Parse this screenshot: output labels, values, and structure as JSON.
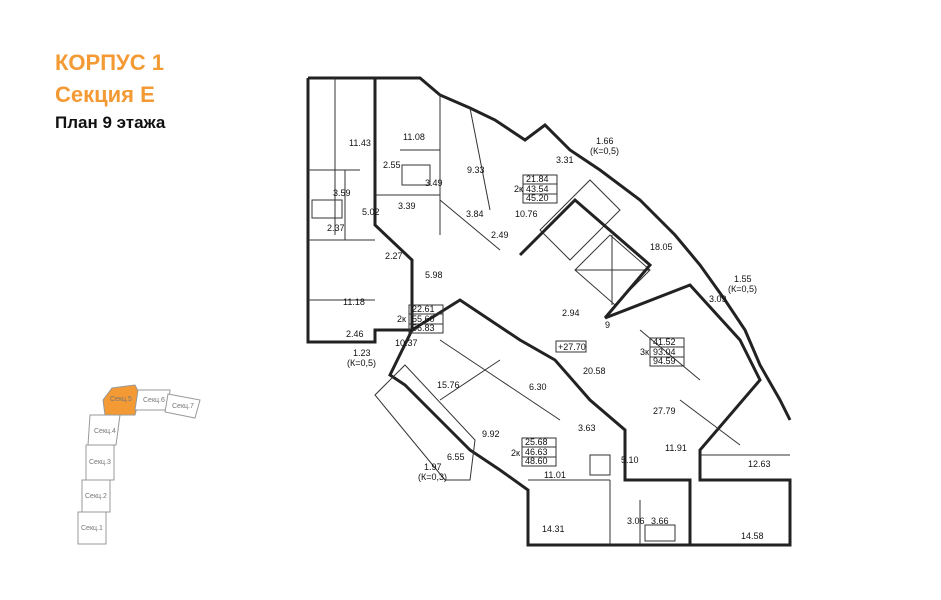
{
  "header": {
    "building": "КОРПУС 1",
    "section": "Секция Е",
    "floor_plan": "План 9 этажа"
  },
  "colors": {
    "accent": "#f39a35",
    "wall": "#222222"
  },
  "key_plan": {
    "sections": [
      "Секц.5",
      "Секц.6",
      "Секц.7",
      "Секц.4",
      "Секц.3",
      "Секц.2",
      "Секц.1"
    ],
    "highlighted": "Секц.5"
  },
  "apartments": [
    {
      "rooms": "2к",
      "areas": [
        "21.84",
        "43.54",
        "45.20"
      ]
    },
    {
      "rooms": "2к",
      "areas": [
        "22.61",
        "55.60",
        "56.83"
      ]
    },
    {
      "rooms": "3к",
      "areas": [
        "41.52",
        "93.04",
        "94.59"
      ]
    },
    {
      "rooms": "2к",
      "areas": [
        "25.68",
        "46.63",
        "48.60"
      ]
    }
  ],
  "balconies": [
    {
      "area": "1.66",
      "coef": "(К=0,5)"
    },
    {
      "area": "1.55",
      "coef": "(К=0,5)"
    },
    {
      "area": "1.23",
      "coef": "(К=0,5)"
    },
    {
      "area": "1.97",
      "coef": "(К=0,3)"
    }
  ],
  "elevation": "+27.70",
  "room_labels": [
    "11.43",
    "11.08",
    "9.33",
    "3.31",
    "2.55",
    "3.49",
    "3.59",
    "5.02",
    "3.39",
    "3.84",
    "10.76",
    "2.37",
    "2.49",
    "18.05",
    "2.27",
    "5.98",
    "11.18",
    "2.46",
    "10.37",
    "3.09",
    "2.94",
    "9",
    "20.58",
    "15.76",
    "6.30",
    "27.79",
    "9.92",
    "3.63",
    "11.91",
    "6.55",
    "11.01",
    "5.10",
    "12.63",
    "14.31",
    "3.06",
    "3.66",
    "14.58"
  ]
}
